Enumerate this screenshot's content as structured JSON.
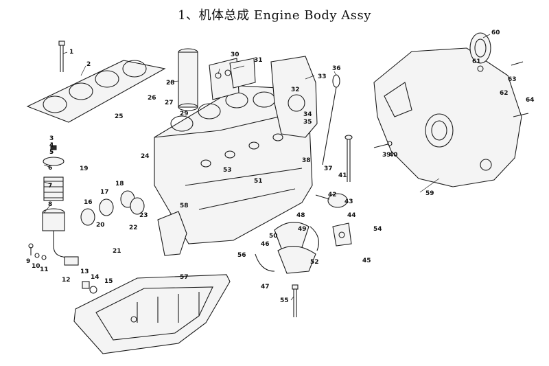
{
  "title": "1、机体总成 Engine Body Assy",
  "labels": [
    "1",
    "2",
    "3",
    "4",
    "5",
    "6",
    "7",
    "8",
    "9",
    "10",
    "11",
    "12",
    "13",
    "14",
    "15",
    "16",
    "17",
    "18",
    "19",
    "20",
    "21",
    "22",
    "23",
    "24",
    "25",
    "26",
    "27",
    "28",
    "29",
    "30",
    "31",
    "32",
    "33",
    "34",
    "35",
    "36",
    "37",
    "38",
    "39",
    "40",
    "41",
    "42",
    "43",
    "44",
    "45",
    "46",
    "47",
    "48",
    "49",
    "50",
    "51",
    "52",
    "53",
    "54",
    "55",
    "56",
    "57",
    "58",
    "59",
    "60",
    "61",
    "62",
    "63",
    "64"
  ]
}
